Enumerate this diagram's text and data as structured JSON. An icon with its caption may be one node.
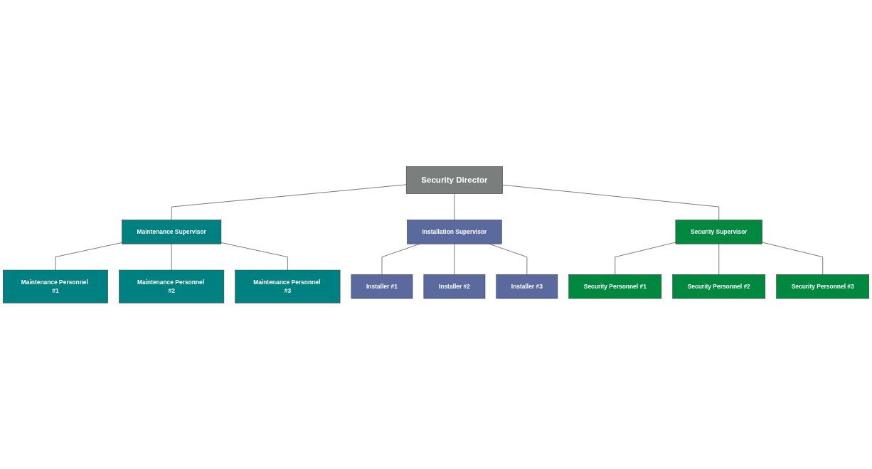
{
  "diagram": {
    "nodes": [
      {
        "text": [
          "Security Director"
        ]
      },
      {
        "text": [
          "Maintenance Supervisor"
        ]
      },
      {
        "text": [
          "Installation Supervisor"
        ]
      },
      {
        "text": [
          "Security Supervisor"
        ]
      },
      {
        "text": [
          "Installer #1"
        ]
      },
      {
        "text": [
          "Installer #2"
        ]
      },
      {
        "text": [
          "Installer #3"
        ]
      },
      {
        "text": [
          "Maintenance Personnel #1"
        ]
      },
      {
        "text": [
          "Maintenance Personnel #2"
        ]
      },
      {
        "text": [
          "Maintenance Personnel #3"
        ]
      },
      {
        "text": [
          "Security Personnel #1"
        ]
      },
      {
        "text": [
          "Security Personnel #2"
        ]
      },
      {
        "text": [
          "Security Personnel #3"
        ]
      }
    ],
    "edges": [
      {
        "from": 0,
        "to": 1,
        "arrow": "none"
      },
      {
        "from": 0,
        "to": 2,
        "arrow": "none"
      },
      {
        "from": 0,
        "to": 3,
        "arrow": "none"
      },
      {
        "from": 1,
        "to": 7,
        "arrow": "none"
      },
      {
        "from": 1,
        "to": 8,
        "arrow": "none"
      },
      {
        "from": 1,
        "to": 9,
        "arrow": "none"
      },
      {
        "from": 2,
        "to": 4,
        "arrow": "none"
      },
      {
        "from": 2,
        "to": 5,
        "arrow": "none"
      },
      {
        "from": 2,
        "to": 6,
        "arrow": "none"
      },
      {
        "from": 3,
        "to": 10,
        "arrow": "none"
      },
      {
        "from": 3,
        "to": 11,
        "arrow": "none"
      },
      {
        "from": 3,
        "to": 12,
        "arrow": "none"
      }
    ]
  }
}
